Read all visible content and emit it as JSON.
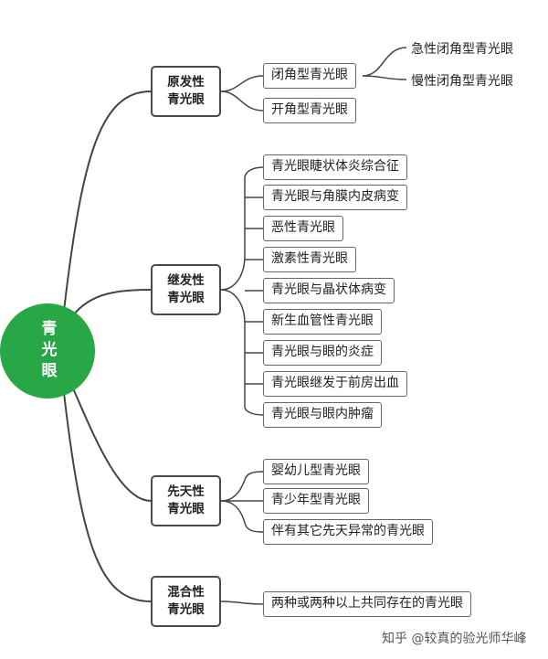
{
  "root": "青光眼",
  "categories": {
    "primary": "原发性\n青光眼",
    "secondary": "继发性\n青光眼",
    "congenital": "先天性\n青光眼",
    "mixed": "混合性\n青光眼"
  },
  "primary": {
    "closed": "闭角型青光眼",
    "open": "开角型青光眼",
    "acute": "急性闭角型青光眼",
    "chronic": "慢性闭角型青光眼"
  },
  "secondary": [
    "青光眼睫状体炎综合征",
    "青光眼与角膜内皮病变",
    "恶性青光眼",
    "激素性青光眼",
    "青光眼与晶状体病变",
    "新生血管性青光眼",
    "青光眼与眼的炎症",
    "青光眼继发于前房出血",
    "青光眼与眼内肿瘤"
  ],
  "congenital": [
    "婴幼儿型青光眼",
    "青少年型青光眼",
    "伴有其它先天异常的青光眼"
  ],
  "mixed": [
    "两种或两种以上共同存在的青光眼"
  ],
  "watermark": "知乎 @较真的验光师华峰",
  "colors": {
    "root": "#27a745",
    "line": "#444444",
    "border": "#4a4a4a"
  }
}
